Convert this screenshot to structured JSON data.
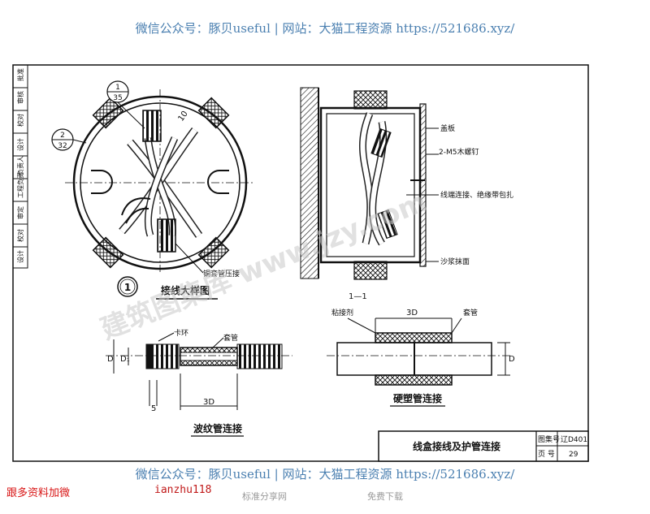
{
  "banner": {
    "top": "微信公众号：豚贝useful | 网站：大猫工程资源 https://521686.xyz/",
    "bottom": "微信公众号：豚贝useful | 网站：大猫工程资源 https://521686.xyz/"
  },
  "footer": {
    "contact_label": "跟多资料加微",
    "contact_id": "ianzhu118",
    "share_text": "标准分享网",
    "download_text": "免费下载"
  },
  "sidebar": {
    "cells": [
      "批准",
      "审核",
      "校对",
      "设计",
      "负责人",
      "工程负责",
      "审定",
      "校对",
      "设计"
    ]
  },
  "circle_view": {
    "callout_1_top": "1",
    "callout_1_bottom": "35",
    "callout_2_top": "2",
    "callout_2_bottom": "32",
    "dim_10": "10",
    "copper_label": "铜套管压接",
    "figure_number": "1",
    "caption": "接线大样图"
  },
  "section_view": {
    "cover_label": "盖板",
    "screw_label": "2-M5木螺钉",
    "wire_label": "线端连接、绝缘带包扎",
    "plaster_label": "沙浆抹面",
    "caption": "1—1"
  },
  "corrugated": {
    "clamp_label": "卡环",
    "sleeve_label": "套管",
    "dim_d": "D",
    "dim_d1": "D₁",
    "dim_5": "5",
    "dim_3d": "3D",
    "caption": "波纹管连接"
  },
  "rigid": {
    "adhesive_label": "粘接剂",
    "sleeve_label": "套管",
    "dim_3d": "3D",
    "dim_d": "D",
    "caption": "硬塑管连接"
  },
  "title_block": {
    "title": "线盒接线及护管连接",
    "atlas_label": "图集号",
    "atlas_value": "辽D401",
    "page_label": "页  号",
    "page_value": "29"
  },
  "watermark": {
    "text": "建筑图集库 www.jzy.com"
  }
}
